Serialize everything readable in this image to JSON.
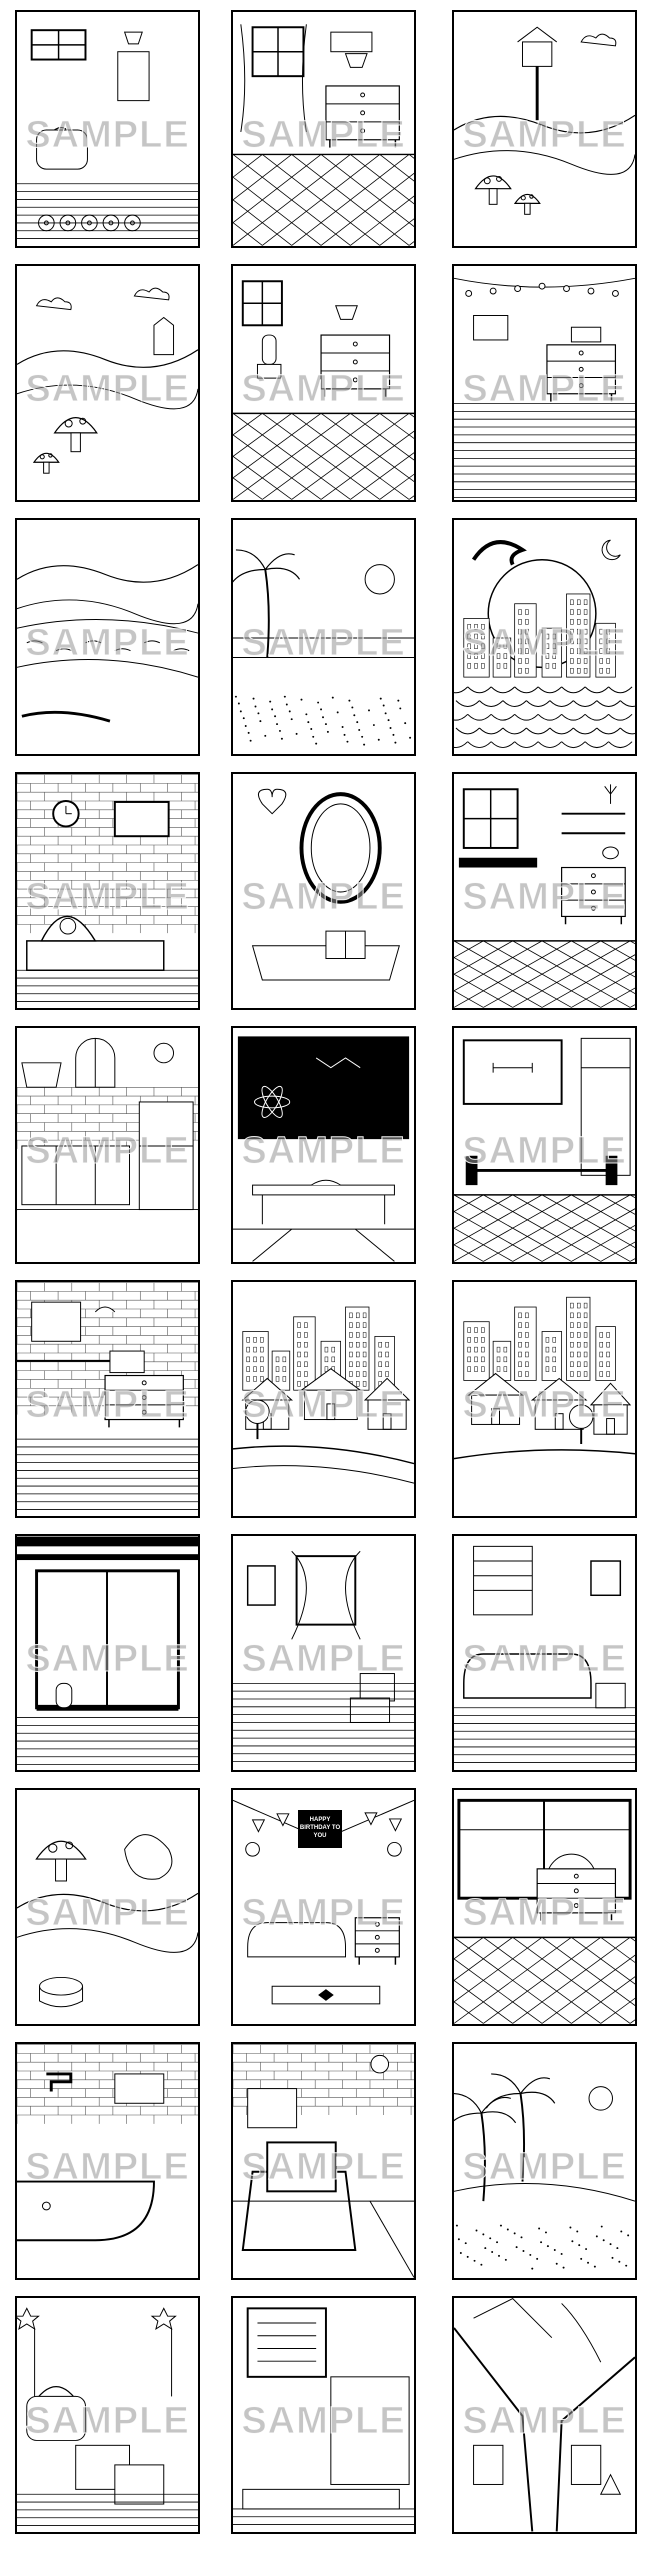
{
  "watermark": "SAMPLE",
  "pages": [
    {
      "scene": "room-basket-lamp"
    },
    {
      "scene": "room-window-dresser"
    },
    {
      "scene": "treehouse-landscape"
    },
    {
      "scene": "mushroom-hills"
    },
    {
      "scene": "room-dresser-cactus"
    },
    {
      "scene": "room-dresser-lights"
    },
    {
      "scene": "river-landscape"
    },
    {
      "scene": "beach-palm"
    },
    {
      "scene": "night-city-moon"
    },
    {
      "scene": "brick-wall-telephone"
    },
    {
      "scene": "mirror-gift-room"
    },
    {
      "scene": "window-shelf-room"
    },
    {
      "scene": "kitchen"
    },
    {
      "scene": "chalkboard-classroom"
    },
    {
      "scene": "gym-room"
    },
    {
      "scene": "brick-wall-desk"
    },
    {
      "scene": "city-street-houses"
    },
    {
      "scene": "city-street-houses-2"
    },
    {
      "scene": "big-window-cactus"
    },
    {
      "scene": "design-poster-window"
    },
    {
      "scene": "living-room-sofa"
    },
    {
      "scene": "forest-mushroom"
    },
    {
      "scene": "birthday-room",
      "banner": "HAPPY BIRTHDAY TO YOU"
    },
    {
      "scene": "window-dresser-room"
    },
    {
      "scene": "bathroom"
    },
    {
      "scene": "tv-room"
    },
    {
      "scene": "palm-landscape"
    },
    {
      "scene": "gifts-basket-room"
    },
    {
      "scene": "garage-tools"
    },
    {
      "scene": "street-perspective"
    }
  ]
}
